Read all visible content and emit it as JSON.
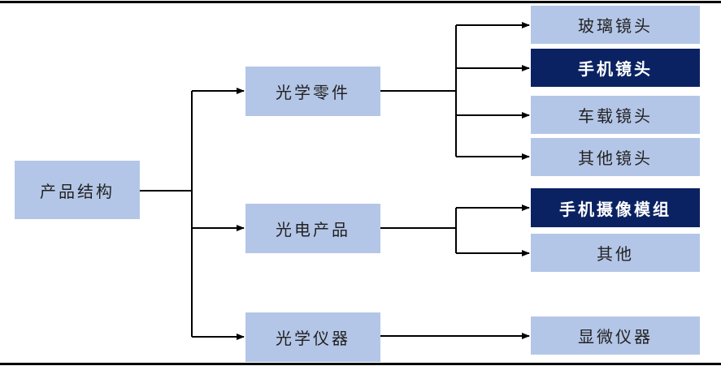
{
  "diagram": {
    "root": {
      "label": "产品结构"
    },
    "categories": [
      {
        "label": "光学零件",
        "children": [
          {
            "label": "玻璃镜头",
            "highlight": false
          },
          {
            "label": "手机镜头",
            "highlight": true
          },
          {
            "label": "车载镜头",
            "highlight": false
          },
          {
            "label": "其他镜头",
            "highlight": false
          }
        ]
      },
      {
        "label": "光电产品",
        "children": [
          {
            "label": "手机摄像模组",
            "highlight": true
          },
          {
            "label": "其他",
            "highlight": false
          }
        ]
      },
      {
        "label": "光学仪器",
        "children": [
          {
            "label": "显微仪器",
            "highlight": false
          }
        ]
      }
    ],
    "colors": {
      "light_box": "#b4c6e7",
      "dark_box": "#0b2262",
      "line": "#000000"
    }
  }
}
